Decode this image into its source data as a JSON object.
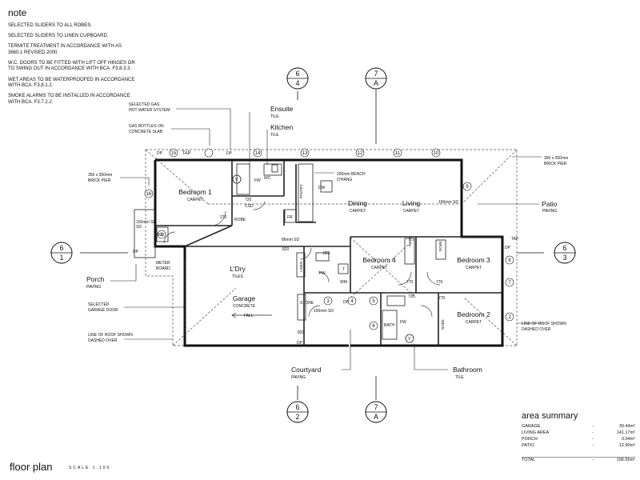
{
  "notes": {
    "title": "note",
    "items": [
      "Selected sliders to all robes.",
      "Selected sliders to linen cupboard.",
      "Termite treatment in accordance with AS 3660.1 revised 2000.",
      "W.C. doors to be fitted with lift off hinges or to swing out in accordance with BCA. F3.8.3.3.",
      "Wet areas to be waterproofed in accordance with BCA. F3.8.1.2.",
      "Smoke alarms to be installed in accordance with BCA. F3.7.2.2."
    ]
  },
  "rooms": {
    "bedroom1": {
      "name": "Bedroom 1",
      "finish": "CARPET"
    },
    "dining": {
      "name": "Dining",
      "finish": "CARPET"
    },
    "living": {
      "name": "Living",
      "finish": "CARPET"
    },
    "bedroom4": {
      "name": "Bedroom 4",
      "finish": "CARPET"
    },
    "bedroom3": {
      "name": "Bedroom 3",
      "finish": "CARPET"
    },
    "bedroom2": {
      "name": "Bedroom 2",
      "finish": "CARPET"
    },
    "laundry": {
      "name": "L'Dry",
      "finish": "TILES"
    },
    "garage": {
      "name": "Garage",
      "finish": "CONCRETE"
    }
  },
  "callouts": {
    "ensuite": {
      "name": "Ensuite",
      "finish": "TILE"
    },
    "kitchen": {
      "name": "Kitchen",
      "finish": "TILE"
    },
    "patio": {
      "name": "Patio",
      "finish": "PAVING"
    },
    "porch": {
      "name": "Porch",
      "finish": "PAVING"
    },
    "courtyard": {
      "name": "Courtyard",
      "finish": "PAVING"
    },
    "bathroom": {
      "name": "Bathroom",
      "finish": "TILE"
    },
    "gas_hws": [
      "SELECTED GAS",
      "HOT WATER SYSTEM"
    ],
    "gas_bottles": [
      "GAS BOTTLES ON",
      "CONCRETE SLAB"
    ],
    "pier_left": [
      "350 x 350mm",
      "BRICK PIER"
    ],
    "pier_right": [
      "350 x 350mm",
      "BRICK PIER"
    ],
    "bench": [
      "200mm BENCH",
      "O'HANG"
    ],
    "garage_door": [
      "SELECTED",
      "GARAGE DOOR"
    ],
    "meter": [
      "METER",
      "BOARD"
    ],
    "roof_left": [
      "LINE OF ROOF SHOWN",
      "DASHED OVER"
    ],
    "roof_right": [
      "LINE OF ROOF SHOWN",
      "DASHED OVER"
    ]
  },
  "sections": {
    "top_left": {
      "num": "6",
      "sheet": "4"
    },
    "top_right": {
      "num": "7",
      "sheet": "A"
    },
    "left": {
      "num": "6",
      "sheet": "1"
    },
    "right": {
      "num": "6",
      "sheet": "3"
    },
    "bottom_left": {
      "num": "6",
      "sheet": "2"
    },
    "bottom_right": {
      "num": "7",
      "sheet": "A"
    }
  },
  "labels": {
    "dp": "DP",
    "tap": "TAP",
    "wc": "WC",
    "fw": "FW",
    "csd": "CSD",
    "robe": "ROBE",
    "dw": "DW",
    "fr": "FR",
    "pantry": "PANTRY",
    "linen": "LINEN",
    "store": "STORE",
    "bath": "BATH",
    "sd": "SD",
    "fall": "FALL",
    "v": "V",
    "t": "T",
    "wm": "WM",
    "w270": "270",
    "w720": "720",
    "w820": "820",
    "w770": "770",
    "sd150_right": "150mm SD",
    "sd150_left": "150mm SD",
    "sd150_mid": "150mm SD",
    "sd86": "86mm SD"
  },
  "windows": [
    "15",
    "TAP",
    "14",
    "13",
    "12",
    "11",
    "10",
    "9",
    "8",
    "7",
    "6",
    "5",
    "4",
    "3",
    "2",
    "16",
    "1"
  ],
  "plan": {
    "title": "floor plan",
    "scale": "SCALE 1:100"
  },
  "area_summary": {
    "title": "area summary",
    "rows": [
      {
        "label": "GARAGE",
        "dash": "-",
        "value": "39.44m²"
      },
      {
        "label": "LIVING AREA",
        "dash": "-",
        "value": "141.17m²"
      },
      {
        "label": "PORCH",
        "dash": "-",
        "value": "3.04m²"
      },
      {
        "label": "PATIO",
        "dash": "-",
        "value": "12.90m²"
      }
    ],
    "total": {
      "label": "TOTAL",
      "dash": "-",
      "value": "196.55m²"
    }
  }
}
